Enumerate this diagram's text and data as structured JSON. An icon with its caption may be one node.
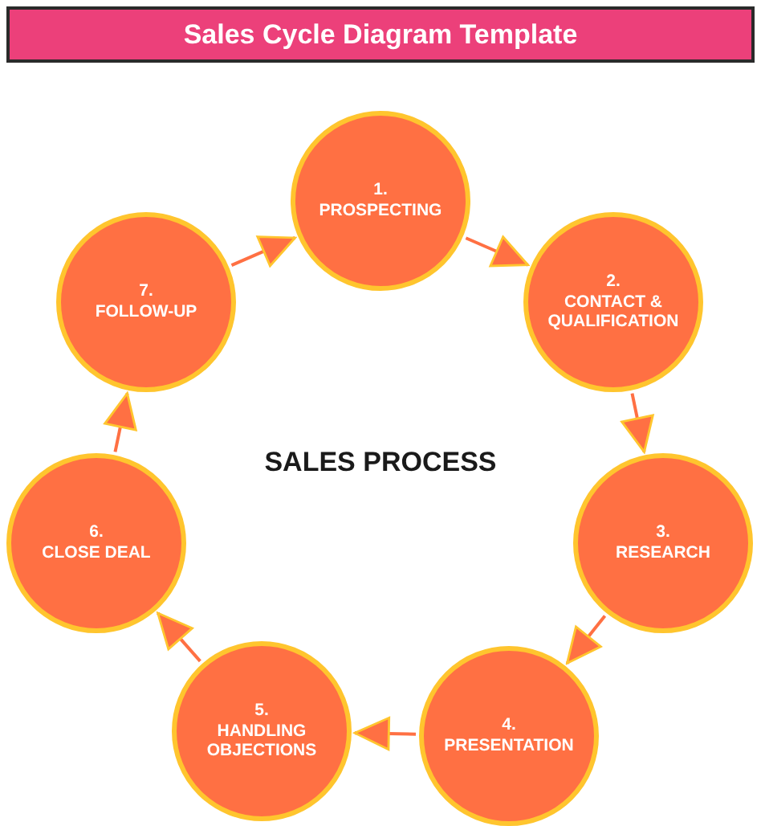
{
  "diagram": {
    "title": "Sales Cycle Diagram Template",
    "nodes": [
      {
        "text": [
          "1.",
          "PROSPECTING"
        ]
      },
      {
        "text": [
          "2.",
          "CONTACT & QUALIFICATION"
        ]
      },
      {
        "text": [
          "3.",
          "RESEARCH"
        ]
      },
      {
        "text": [
          "4.",
          "PRESENTATION"
        ]
      },
      {
        "text": [
          "5.",
          "HANDLING OBJECTIONS"
        ]
      },
      {
        "text": [
          "6.",
          "CLOSE DEAL"
        ]
      },
      {
        "text": [
          "7.",
          "FOLLOW-UP"
        ]
      }
    ],
    "edges": [
      {
        "from": 0,
        "to": 1,
        "arrow": "to"
      },
      {
        "from": 1,
        "to": 2,
        "arrow": "to"
      },
      {
        "from": 2,
        "to": 3,
        "arrow": "to"
      },
      {
        "from": 3,
        "to": 4,
        "arrow": "to"
      },
      {
        "from": 4,
        "to": 5,
        "arrow": "to"
      },
      {
        "from": 5,
        "to": 6,
        "arrow": "to"
      },
      {
        "from": 6,
        "to": 0,
        "arrow": "to"
      }
    ],
    "labels": [
      "SALES PROCESS"
    ]
  }
}
